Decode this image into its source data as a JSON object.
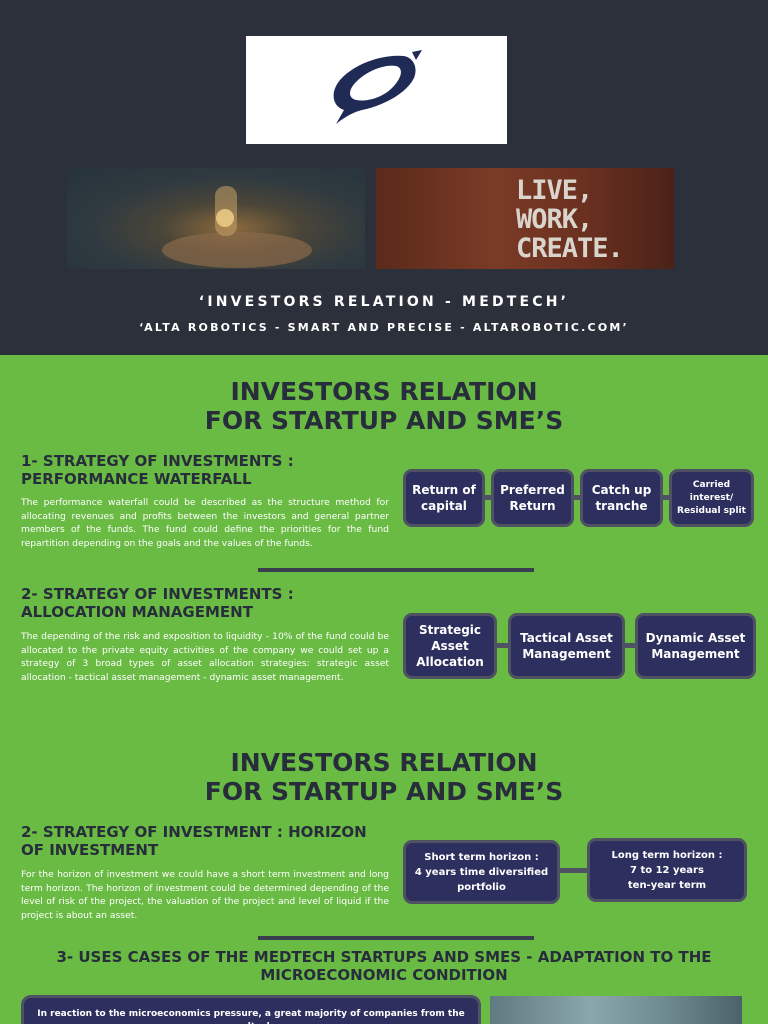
{
  "header": {
    "sign_lines": [
      "LIVE,",
      "WORK,",
      "CREATE."
    ],
    "title": "‘INVESTORS RELATION - MEDTECH’",
    "subtitle": "‘ALTA ROBOTICS - SMART AND PRECISE - ALTAROBOTIC.COM’"
  },
  "block1": {
    "title_line1": "INVESTORS RELATION",
    "title_line2": "FOR STARTUP AND SME’S",
    "s1_heading_l1": "1- STRATEGY OF INVESTMENTS :",
    "s1_heading_l2": "PERFORMANCE WATERFALL",
    "s1_text": "The performance waterfall could be described as the structure method for allocating revenues and profits between the investors and general partner members of the funds. The fund could define the priorities for the fund repartition depending on the goals and the values of the funds.",
    "s1_nodes": [
      {
        "l1": "Return of",
        "l2": "capital"
      },
      {
        "l1": "Preferred",
        "l2": "Return"
      },
      {
        "l1": "Catch up",
        "l2": "tranche"
      },
      {
        "l1": "Carried",
        "l2": "interest/",
        "l3": "Residual split"
      }
    ],
    "s2_heading_l1": "2- STRATEGY OF INVESTMENTS :",
    "s2_heading_l2": "ALLOCATION MANAGEMENT",
    "s2_text": "The depending of the risk and exposition to liquidity - 10% of the fund could be allocated to the private equity activities of the company we could set up a strategy of 3 broad types of asset allocation strategies: strategic asset allocation - tactical asset management - dynamic asset management.",
    "s2_nodes": [
      {
        "l1": "Strategic",
        "l2": "Asset",
        "l3": "Allocation"
      },
      {
        "l1": "Tactical Asset",
        "l2": "Management"
      },
      {
        "l1": "Dynamic Asset",
        "l2": "Management"
      }
    ]
  },
  "block2": {
    "title_line1": "INVESTORS RELATION",
    "title_line2": "FOR STARTUP AND SME’S",
    "s_heading_l1": "2- STRATEGY OF INVESTMENT : HORIZON",
    "s_heading_l2": "OF INVESTMENT",
    "s_text": "For the horizon of investment we could have a short term investment and long term horizon. The horizon of investment could be determined depending of the level of risk of the project, the valuation of the project and level of liquid if the project is about an asset.",
    "nodes": [
      {
        "l1": "Short term horizon :",
        "l2": "4 years time diversified",
        "l3": "portfolio"
      },
      {
        "l1": "Long term horizon :",
        "l2": "7 to 12 years",
        "l3": "ten-year term"
      }
    ],
    "usecase_l1": "3- USES CASES OF THE MEDTECH STARTUPS AND SMES - ADAPTATION TO THE",
    "usecase_l2": "MICROECONOMIC CONDITION",
    "usecase_text": "In reaction to the microeconomics pressure, a great majority of companies from the medtech"
  }
}
